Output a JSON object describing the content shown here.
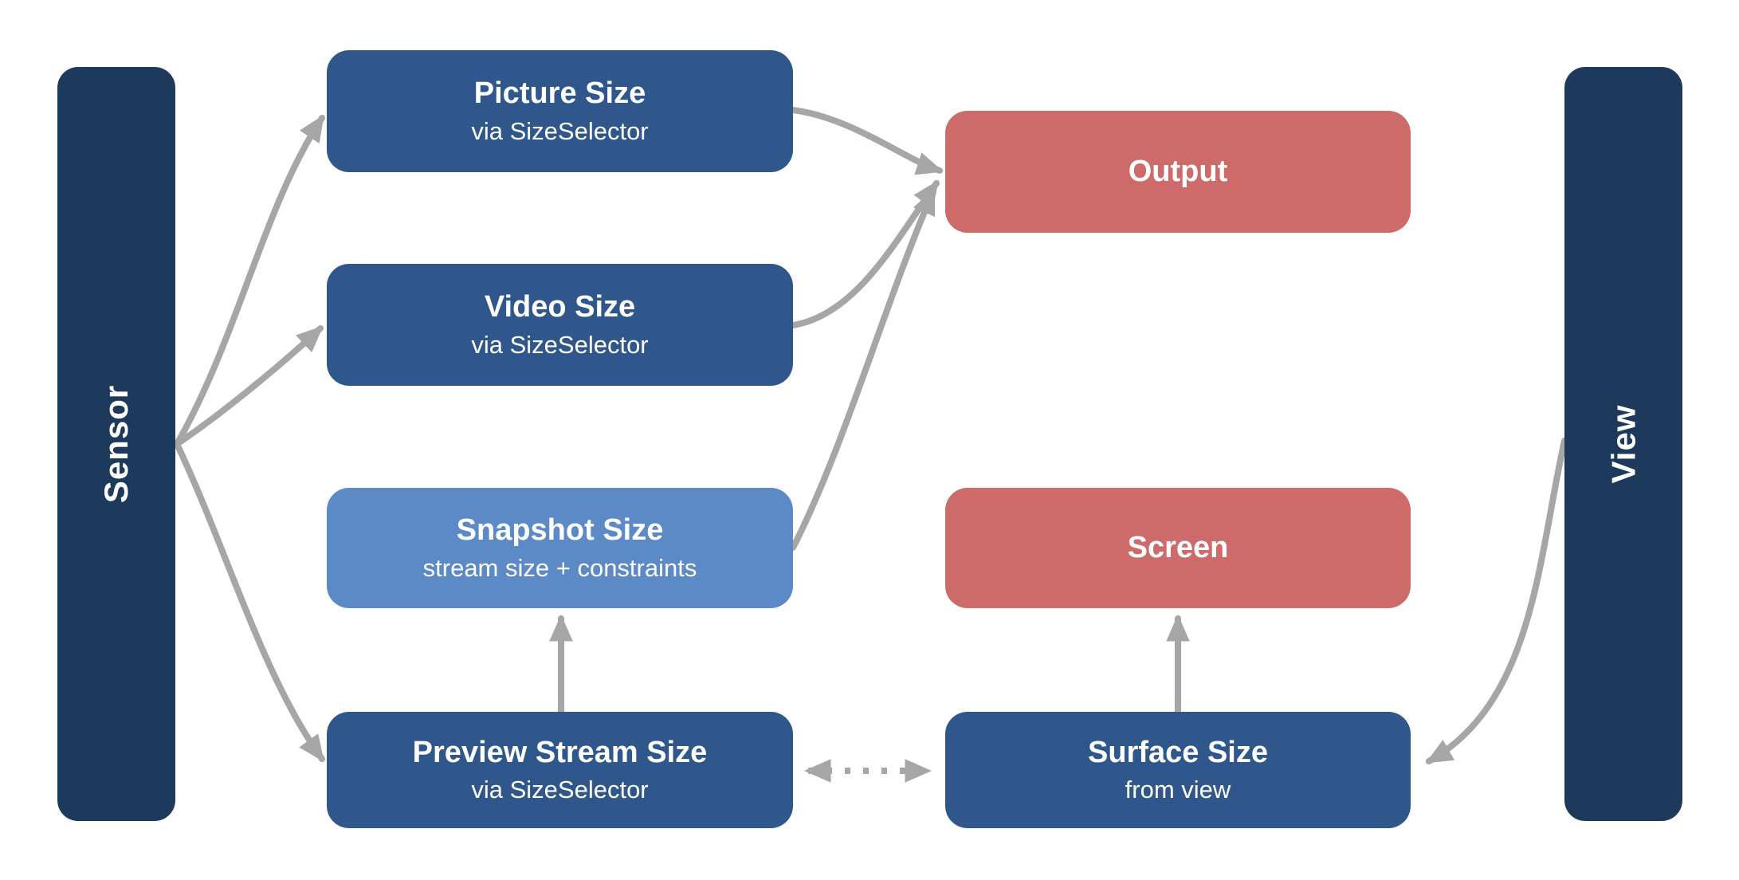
{
  "diagram": {
    "background_color": "#ffffff",
    "colors": {
      "rail": "#1d3a5c",
      "box_blue": "#2f578b",
      "box_light_blue": "#5b8ac6",
      "box_red": "#cd6b6b",
      "arrow": "#a6a6a6",
      "text": "#ffffff"
    },
    "rails": [
      {
        "id": "sensor",
        "label": "Sensor"
      },
      {
        "id": "view",
        "label": "View"
      }
    ],
    "nodes": [
      {
        "id": "picture-size",
        "title": "Picture Size",
        "subtitle": "via SizeSelector",
        "variant": "blue"
      },
      {
        "id": "video-size",
        "title": "Video Size",
        "subtitle": "via SizeSelector",
        "variant": "blue"
      },
      {
        "id": "snapshot-size",
        "title": "Snapshot Size",
        "subtitle": "stream size + constraints",
        "variant": "light-blue"
      },
      {
        "id": "preview-stream-size",
        "title": "Preview Stream Size",
        "subtitle": "via SizeSelector",
        "variant": "blue"
      },
      {
        "id": "output",
        "title": "Output",
        "variant": "red"
      },
      {
        "id": "screen",
        "title": "Screen",
        "variant": "red"
      },
      {
        "id": "surface-size",
        "title": "Surface Size",
        "subtitle": "from view",
        "variant": "blue"
      }
    ],
    "edges": [
      {
        "from": "sensor",
        "to": "picture-size",
        "style": "solid",
        "direction": "one-way"
      },
      {
        "from": "sensor",
        "to": "video-size",
        "style": "solid",
        "direction": "one-way"
      },
      {
        "from": "sensor",
        "to": "preview-stream-size",
        "style": "solid",
        "direction": "one-way"
      },
      {
        "from": "picture-size",
        "to": "output",
        "style": "solid",
        "direction": "one-way"
      },
      {
        "from": "video-size",
        "to": "output",
        "style": "solid",
        "direction": "one-way"
      },
      {
        "from": "snapshot-size",
        "to": "output",
        "style": "solid",
        "direction": "one-way"
      },
      {
        "from": "preview-stream-size",
        "to": "snapshot-size",
        "style": "solid",
        "direction": "one-way"
      },
      {
        "from": "surface-size",
        "to": "screen",
        "style": "solid",
        "direction": "one-way"
      },
      {
        "from": "preview-stream-size",
        "to": "surface-size",
        "style": "dotted",
        "direction": "two-way"
      },
      {
        "from": "view",
        "to": "surface-size",
        "style": "solid",
        "direction": "one-way"
      }
    ]
  }
}
